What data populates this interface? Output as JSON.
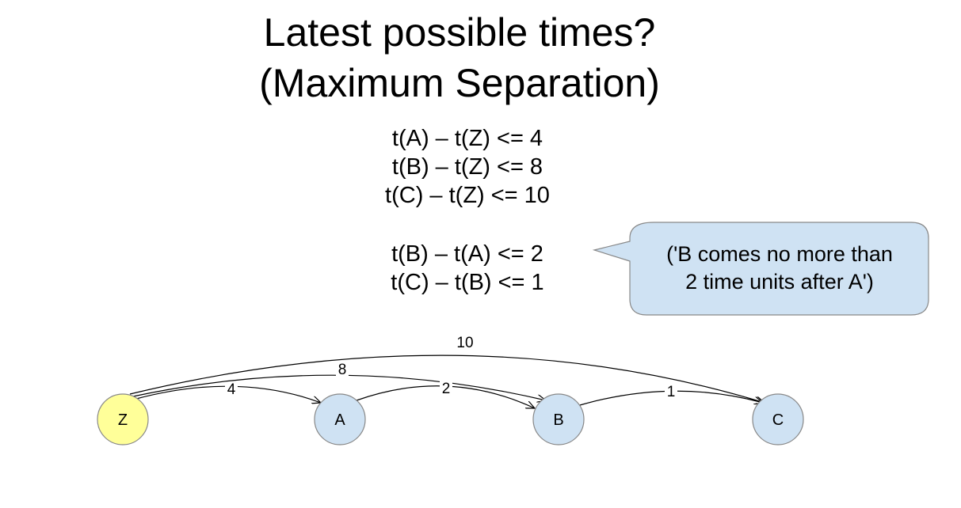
{
  "title": {
    "line1": "Latest possible times?",
    "line2": "(Maximum Separation)"
  },
  "constraints": {
    "group1": [
      "t(A) – t(Z) <= 4",
      "t(B) – t(Z) <= 8",
      "t(C) – t(Z) <= 10"
    ],
    "group2": [
      "t(B) – t(A) <= 2",
      "t(C) – t(B) <= 1"
    ]
  },
  "callout": {
    "line1": "('B comes no more than",
    "line2": "2 time units after A')",
    "fill_color": "#cfe2f3",
    "stroke_color": "#888888"
  },
  "graph": {
    "nodes": [
      {
        "id": "Z",
        "label": "Z",
        "color": "#ffff99"
      },
      {
        "id": "A",
        "label": "A",
        "color": "#cfe2f3"
      },
      {
        "id": "B",
        "label": "B",
        "color": "#cfe2f3"
      },
      {
        "id": "C",
        "label": "C",
        "color": "#cfe2f3"
      }
    ],
    "edges": [
      {
        "from": "Z",
        "to": "A",
        "label": "4"
      },
      {
        "from": "Z",
        "to": "B",
        "label": "8"
      },
      {
        "from": "Z",
        "to": "C",
        "label": "10"
      },
      {
        "from": "A",
        "to": "B",
        "label": "2"
      },
      {
        "from": "B",
        "to": "C",
        "label": "1"
      }
    ]
  }
}
